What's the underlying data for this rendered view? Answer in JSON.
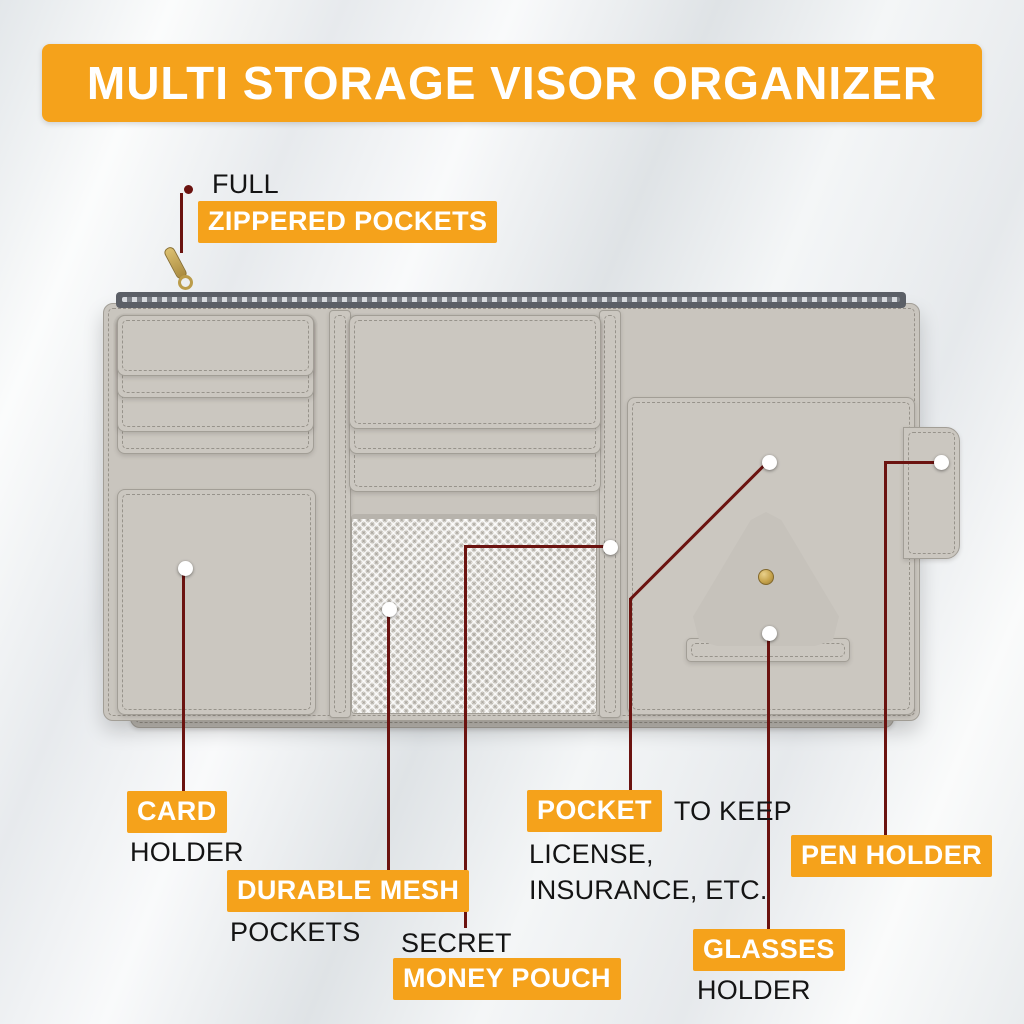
{
  "banner": {
    "title": "MULTI STORAGE VISOR ORGANIZER"
  },
  "callouts": {
    "zippered_pockets": {
      "prefix": "FULL",
      "badge": "ZIPPERED POCKETS"
    },
    "card_holder": {
      "badge": "CARD",
      "suffix": "HOLDER"
    },
    "durable_mesh": {
      "badge": "DURABLE MESH",
      "suffix": "POCKETS"
    },
    "money_pouch": {
      "prefix": "SECRET",
      "badge": "MONEY POUCH"
    },
    "license_pocket": {
      "badge": "POCKET",
      "inline": "TO KEEP",
      "line2": "LICENSE,",
      "line3": "INSURANCE, ETC."
    },
    "glasses_holder": {
      "badge": "GLASSES",
      "suffix": "HOLDER"
    },
    "pen_holder": {
      "badge": "PEN HOLDER"
    }
  },
  "colors": {
    "accent_orange": "#F5A21B",
    "callout_line_red": "#6B1310",
    "organizer_gray": "#C9C5BE",
    "zipper_dark": "#5B5F66",
    "badge_text": "#FFFFFF",
    "label_text": "#141414"
  }
}
